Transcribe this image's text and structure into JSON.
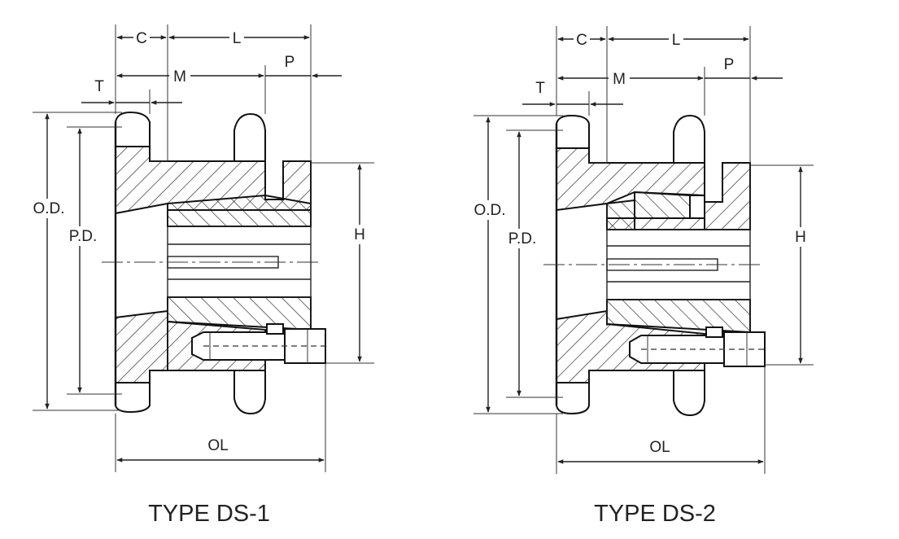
{
  "diagrams": [
    {
      "id": "ds1",
      "caption": "TYPE DS-1",
      "labels": {
        "c": "C",
        "l": "L",
        "m": "M",
        "p": "P",
        "t": "T",
        "od": "O.D.",
        "pd": "P.D.",
        "h": "H",
        "ol": "OL"
      }
    },
    {
      "id": "ds2",
      "caption": "TYPE DS-2",
      "labels": {
        "c": "C",
        "l": "L",
        "m": "M",
        "p": "P",
        "t": "T",
        "od": "O.D.",
        "pd": "P.D.",
        "h": "H",
        "ol": "OL"
      }
    }
  ],
  "colors": {
    "line": "#222222",
    "background": "#ffffff"
  }
}
